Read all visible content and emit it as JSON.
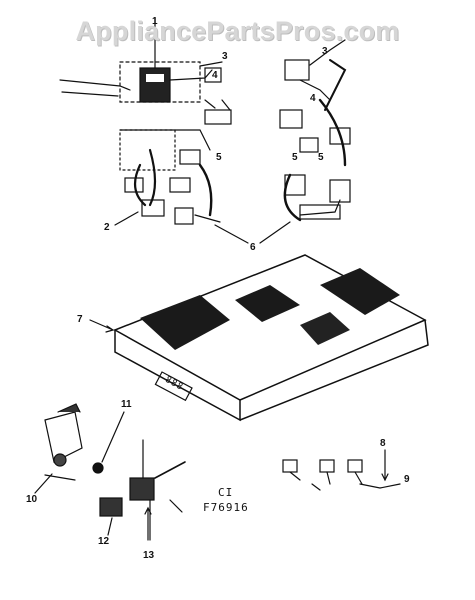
{
  "watermark": "AppliancePartsPros.com",
  "callouts": [
    "1",
    "2",
    "3",
    "3",
    "4",
    "4",
    "5",
    "5",
    "5",
    "6",
    "7",
    "8",
    "9",
    "10",
    "11",
    "12",
    "13"
  ],
  "panel_code": "CI",
  "drawing_number": "F76916",
  "display_digits": "888"
}
